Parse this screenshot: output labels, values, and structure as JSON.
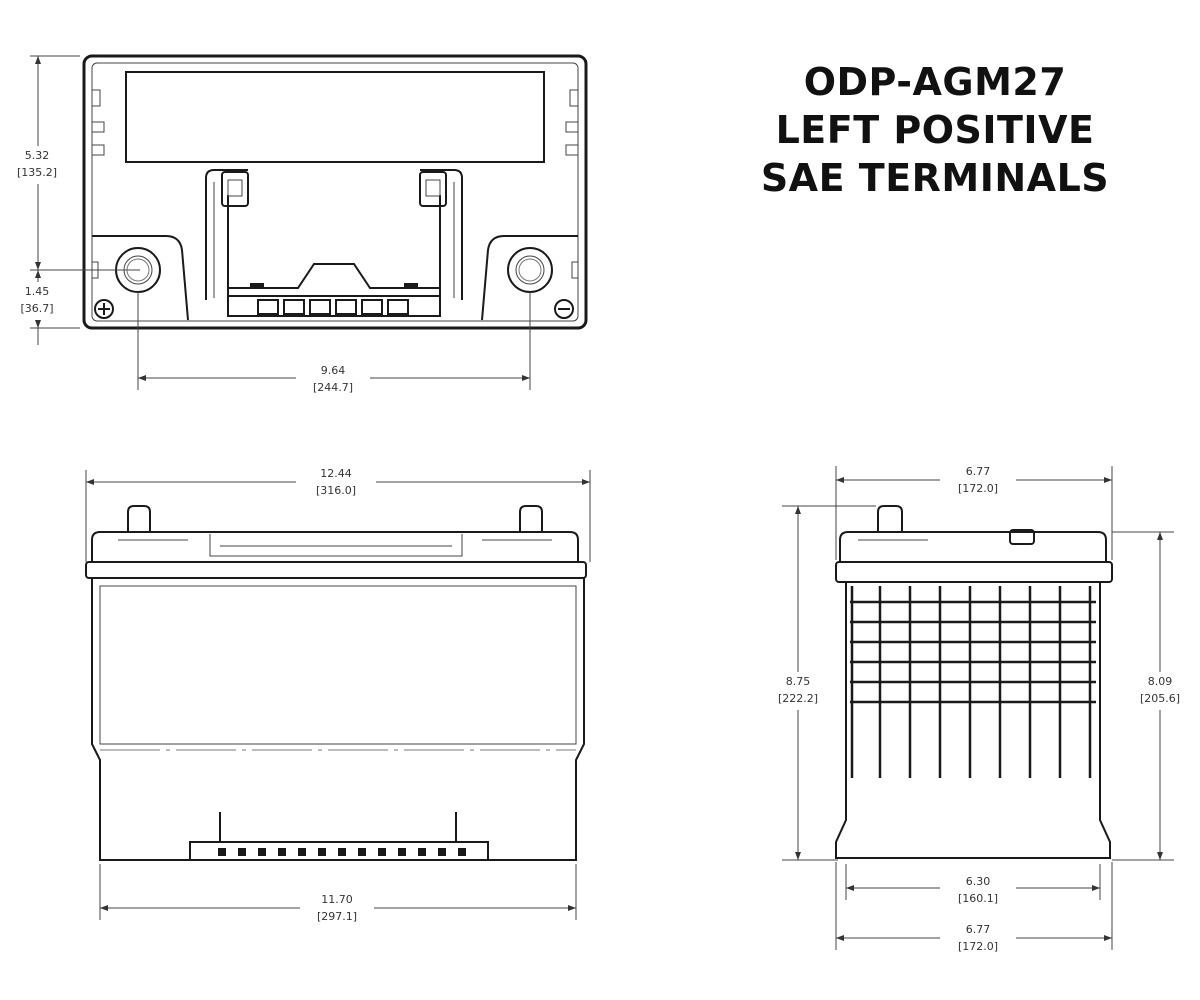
{
  "title": {
    "line1": "ODP-AGM27",
    "line2": "LEFT POSITIVE",
    "line3": "SAE TERMINALS"
  },
  "top_view": {
    "height": {
      "in": "5.32",
      "mm": "[135.2]"
    },
    "terminal_offset": {
      "in": "1.45",
      "mm": "[36.7]"
    },
    "terminal_spacing": {
      "in": "9.64",
      "mm": "[244.7]"
    }
  },
  "front_view": {
    "overall_length": {
      "in": "12.44",
      "mm": "[316.0]"
    },
    "base_length": {
      "in": "11.70",
      "mm": "[297.1]"
    }
  },
  "side_view": {
    "overall_width": {
      "in": "6.77",
      "mm": "[172.0]"
    },
    "total_height": {
      "in": "8.75",
      "mm": "[222.2]"
    },
    "case_height": {
      "in": "8.09",
      "mm": "[205.6]"
    },
    "body_width": {
      "in": "6.30",
      "mm": "[160.1]"
    },
    "base_width": {
      "in": "6.77",
      "mm": "[172.0]"
    }
  },
  "icons": [
    "positive-terminal-icon",
    "negative-terminal-icon"
  ]
}
